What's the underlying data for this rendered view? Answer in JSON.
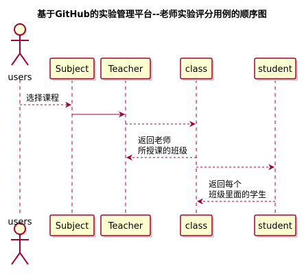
{
  "diagram": {
    "title": "基于GitHub的实验管理平台--老师实验评分用例的顺序图",
    "participants": [
      {
        "id": "users",
        "label": "users",
        "kind": "actor"
      },
      {
        "id": "subject",
        "label": "Subject",
        "kind": "participant"
      },
      {
        "id": "teacher",
        "label": "Teacher",
        "kind": "participant"
      },
      {
        "id": "class",
        "label": "class",
        "kind": "participant"
      },
      {
        "id": "student",
        "label": "student",
        "kind": "participant"
      }
    ],
    "messages": [
      {
        "from": "users",
        "to": "subject",
        "style": "dashed",
        "label": [
          "选择课程"
        ]
      },
      {
        "from": "subject",
        "to": "teacher",
        "style": "solid",
        "label": []
      },
      {
        "from": "teacher",
        "to": "class",
        "style": "dashed",
        "label": []
      },
      {
        "from": "class",
        "to": "teacher",
        "style": "dashed",
        "label": [
          "返回老师",
          "所授课的班级"
        ]
      },
      {
        "from": "class",
        "to": "student",
        "style": "dashed",
        "label": []
      },
      {
        "from": "student",
        "to": "class",
        "style": "dashed",
        "label": [
          "返回每个",
          "班级里面的学生"
        ]
      }
    ],
    "colors": {
      "box_fill": "#FEFECE",
      "box_stroke": "#A80036",
      "lifeline": "#A80036",
      "arrow": "#A80036",
      "shadow": "#cfcfcf"
    }
  }
}
